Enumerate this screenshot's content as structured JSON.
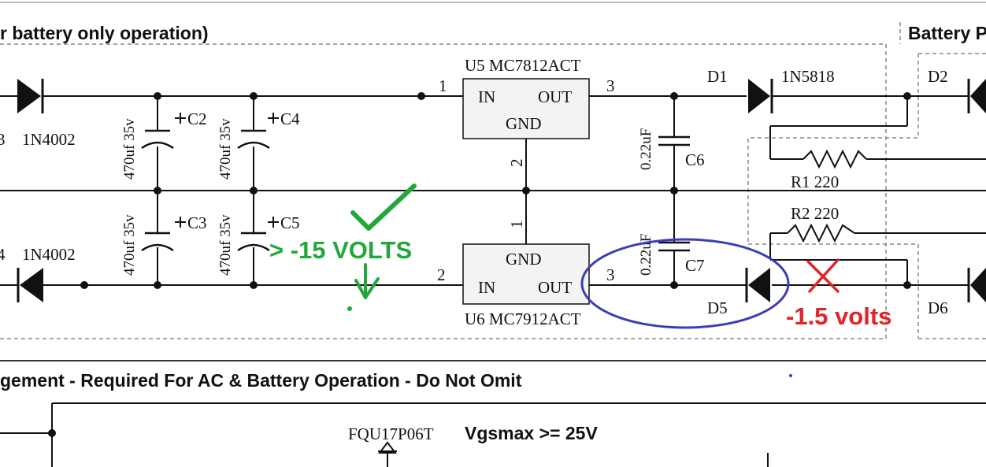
{
  "headers": {
    "top_left": "r battery only operation)",
    "top_right": "Battery P",
    "middle": "gement - Required For AC & Battery Operation - Do Not Omit",
    "bottom_note": "Vgsmax >= 25V"
  },
  "regulators": {
    "u5_label": "U5  MC7812ACT",
    "u5_in": "IN",
    "u5_out": "OUT",
    "u5_gnd": "GND",
    "u5_pin_in": "1",
    "u5_pin_out": "3",
    "u5_pin_gnd": "2",
    "u6_label": "U6  MC7912ACT",
    "u6_in": "IN",
    "u6_out": "OUT",
    "u6_gnd": "GND",
    "u6_pin_in": "2",
    "u6_pin_out": "3",
    "u6_pin_gnd": "1"
  },
  "components": {
    "d_top_left": "1N4002",
    "d_bottom_left": "1N4002",
    "cap_value_c2": "470uf 35v",
    "cap_value_c4": "470uf 35v",
    "cap_value_c3": "470uf 35v",
    "cap_value_c5": "470uf 35v",
    "c2": "C2",
    "c4": "C4",
    "c3": "C3",
    "c5": "C5",
    "c6": "C6",
    "c7": "C7",
    "c6_value": "0.22uF",
    "c7_value": "0.22uF",
    "d1": "D1",
    "d1_part": "1N5818",
    "d2": "D2",
    "d5": "D5",
    "d6": "D6",
    "r1": "R1  220",
    "r2": "R2  220",
    "mosfet": "FQU17P06T",
    "left_stub_top": "3",
    "left_stub_bottom": "4"
  },
  "annotations": {
    "green_text": "> -15 VOLTS",
    "red_text": "-1.5 volts",
    "green_color": "#22a83a",
    "red_color": "#e0242a",
    "blue_color": "#3a3db5"
  }
}
